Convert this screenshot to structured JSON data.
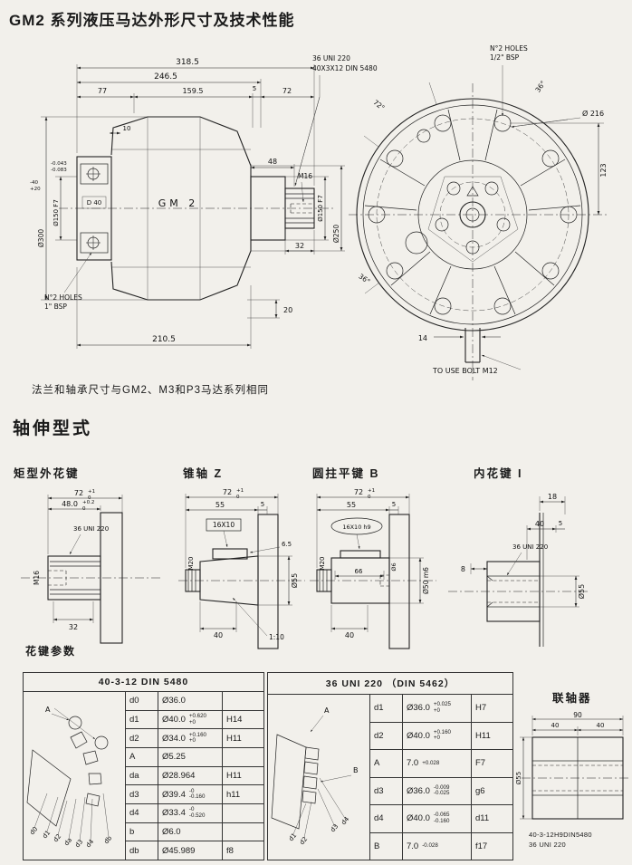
{
  "page": {
    "title": "GM2 系列液压马达外形尺寸及技术性能",
    "flange_note": "法兰和轴承尺寸与GM2、M3和P3马达系列相同",
    "shaft_section_title": "轴伸型式",
    "spline_params_title": "花键参数"
  },
  "side_view": {
    "d_total": "318.5",
    "d_246": "246.5",
    "d_77": "77",
    "d_159": "159.5",
    "d_5": "5",
    "d_72": "72",
    "d_10": "10",
    "d_48": "48",
    "d_32": "32",
    "d_20": "20",
    "d_210": "210.5",
    "body_label": "GM 2",
    "spline_note_1": "36 UNI 220",
    "spline_note_2": "40X3X12 DIN 5480",
    "holes_note_1": "N°2 HOLES",
    "holes_note_2": "1\" BSP",
    "m16": "M16",
    "dia_150_right": "Ø150 F7",
    "dia_250": "Ø250",
    "dia_300": "Ø300",
    "dia_300_tol_hi": "-40",
    "dia_300_tol_lo": "+20",
    "dia_150_left": "Ø150 F7",
    "dia_150_tol_hi": "-0.043",
    "dia_150_tol_lo": "-0.083",
    "d40_box": "D 40"
  },
  "front_view": {
    "holes_note_1": "N°2 HOLES",
    "holes_note_2": "1/2\" BSP",
    "dia_216": "Ø 216",
    "d_123": "123",
    "ang_72": "72°",
    "ang_36_top": "36°",
    "ang_36_bottom": "36°",
    "d_14": "14",
    "bolt_note": "TO USE BOLT M12"
  },
  "shafts": {
    "s1": {
      "title": "矩型外花键",
      "d72": "72",
      "d72_hi": "+1",
      "d72_lo": "0",
      "d48": "48.0",
      "d48_hi": "+0.2",
      "d48_lo": "0",
      "spline": "36 UNI 220",
      "m16": "M16",
      "d32": "32"
    },
    "s2": {
      "title": "锥轴 Z",
      "d72": "72",
      "d72_hi": "+1",
      "d72_lo": "0",
      "d55": "55",
      "d5": "5",
      "key": "16X10",
      "d65": "6.5",
      "m20": "M20",
      "dia55": "Ø55",
      "d40": "40",
      "taper": "1:10"
    },
    "s3": {
      "title": "圆拄平键 B",
      "d72": "72",
      "d72_hi": "+1",
      "d72_lo": "0",
      "d55": "55",
      "d5": "5",
      "key": "16X10 h9",
      "d66": "66",
      "m20": "M20",
      "dia6": "Ø6",
      "dia50": "Ø50 m6",
      "d40": "40"
    },
    "s4": {
      "title": "内花键 I",
      "d18": "18",
      "d40": "40",
      "d5": "5",
      "d8": "8",
      "spline": "36 UNI 220",
      "dia55": "Ø55"
    }
  },
  "table1": {
    "title": "40-3-12 DIN 5480",
    "rows": [
      {
        "p": "d0",
        "v": "Ø36.0",
        "t1": "",
        "t2": "",
        "f": ""
      },
      {
        "p": "d1",
        "v": "Ø40.0",
        "t1": "+0.620",
        "t2": "+0",
        "f": "H14"
      },
      {
        "p": "d2",
        "v": "Ø34.0",
        "t1": "+0.160",
        "t2": "+0",
        "f": "H11"
      },
      {
        "p": "A",
        "v": "Ø5.25",
        "t1": "",
        "t2": "",
        "f": ""
      },
      {
        "p": "da",
        "v": "Ø28.964",
        "t1": "",
        "t2": "",
        "f": "H11"
      },
      {
        "p": "d3",
        "v": "Ø39.4",
        "t1": "-0",
        "t2": "-0.160",
        "f": "h11"
      },
      {
        "p": "d4",
        "v": "Ø33.4",
        "t1": "-0",
        "t2": "-0.520",
        "f": ""
      },
      {
        "p": "b",
        "v": "Ø6.0",
        "t1": "",
        "t2": "",
        "f": ""
      },
      {
        "p": "db",
        "v": "Ø45.989",
        "t1": "",
        "t2": "",
        "f": "f8"
      }
    ],
    "diagram": {
      "marker_a": "A",
      "labels": [
        "d0",
        "d1",
        "d2",
        "da",
        "d3",
        "d4",
        "db"
      ]
    }
  },
  "table2": {
    "title": "36 UNI 220 （DIN 5462）",
    "rows": [
      {
        "p": "d1",
        "v": "Ø36.0",
        "t1": "+0.025",
        "t2": "+0",
        "f": "H7"
      },
      {
        "p": "d2",
        "v": "Ø40.0",
        "t1": "+0.160",
        "t2": "+0",
        "f": "H11"
      },
      {
        "p": "A",
        "v": "7.0",
        "t1": "+0.028",
        "t2": "",
        "f": "F7"
      },
      {
        "p": "d3",
        "v": "Ø36.0",
        "t1": "-0.009",
        "t2": "-0.025",
        "f": "g6"
      },
      {
        "p": "d4",
        "v": "Ø40.0",
        "t1": "-0.065",
        "t2": "-0.160",
        "f": "d11"
      },
      {
        "p": "B",
        "v": "7.0",
        "t1": "-0.028",
        "t2": "",
        "f": "f17"
      }
    ],
    "diagram": {
      "marker_a": "A",
      "marker_b": "B",
      "labels": [
        "d1",
        "d2",
        "d3",
        "d4"
      ]
    }
  },
  "coupling": {
    "title": "联轴器",
    "d90": "90",
    "d40a": "40",
    "d40b": "40",
    "dia55": "Ø55",
    "note1": "40-3-12H9DIN5480",
    "note2": "36 UNI 220"
  }
}
